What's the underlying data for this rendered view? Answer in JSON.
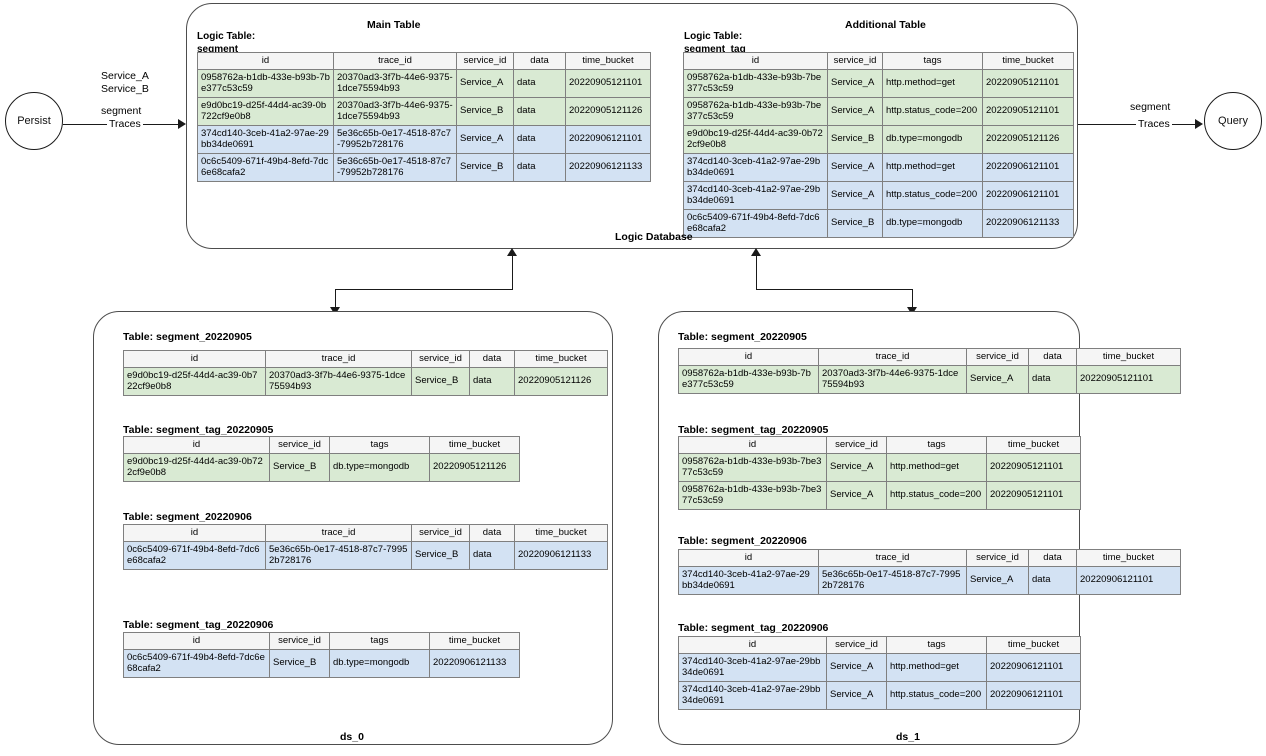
{
  "diagram": {
    "left_node": "Persist",
    "right_node": "Query",
    "left_edge_line1": "Service_A",
    "left_edge_line2": "Service_B",
    "left_edge_line3": "segment",
    "left_edge_line4": "Traces",
    "right_edge_line1": "segment",
    "right_edge_line2": "Traces",
    "logic_database_label": "Logic Database",
    "ds0_label": "ds_0",
    "ds1_label": "ds_1"
  },
  "main_table": {
    "title": "Main Table",
    "logic_label": "Logic Table:\nsegment",
    "columns": [
      "id",
      "trace_id",
      "service_id",
      "data",
      "time_bucket"
    ],
    "rows": [
      {
        "color": "green",
        "cells": [
          "0958762a-b1db-433e-b93b-7be377c53c59",
          "20370ad3-3f7b-44e6-9375-1dce75594b93",
          "Service_A",
          "data",
          "20220905121101"
        ]
      },
      {
        "color": "green",
        "cells": [
          "e9d0bc19-d25f-44d4-ac39-0b722cf9e0b8",
          "20370ad3-3f7b-44e6-9375-1dce75594b93",
          "Service_B",
          "data",
          "20220905121126"
        ]
      },
      {
        "color": "blue",
        "cells": [
          "374cd140-3ceb-41a2-97ae-29bb34de0691",
          "5e36c65b-0e17-4518-87c7-79952b728176",
          "Service_A",
          "data",
          "20220906121101"
        ]
      },
      {
        "color": "blue",
        "cells": [
          "0c6c5409-671f-49b4-8efd-7dc6e68cafa2",
          "5e36c65b-0e17-4518-87c7-79952b728176",
          "Service_B",
          "data",
          "20220906121133"
        ]
      }
    ]
  },
  "additional_table": {
    "title": "Additional  Table",
    "logic_label": "Logic Table:\nsegment_tag",
    "columns": [
      "id",
      "service_id",
      "tags",
      "time_bucket"
    ],
    "rows": [
      {
        "color": "green",
        "cells": [
          "0958762a-b1db-433e-b93b-7be377c53c59",
          "Service_A",
          "http.method=get",
          "20220905121101"
        ]
      },
      {
        "color": "green",
        "cells": [
          "0958762a-b1db-433e-b93b-7be377c53c59",
          "Service_A",
          "http.status_code=200",
          "20220905121101"
        ]
      },
      {
        "color": "green",
        "cells": [
          "e9d0bc19-d25f-44d4-ac39-0b722cf9e0b8",
          "Service_B",
          "db.type=mongodb",
          "20220905121126"
        ]
      },
      {
        "color": "blue",
        "cells": [
          "374cd140-3ceb-41a2-97ae-29bb34de0691",
          "Service_A",
          "http.method=get",
          "20220906121101"
        ]
      },
      {
        "color": "blue",
        "cells": [
          "374cd140-3ceb-41a2-97ae-29bb34de0691",
          "Service_A",
          "http.status_code=200",
          "20220906121101"
        ]
      },
      {
        "color": "blue",
        "cells": [
          "0c6c5409-671f-49b4-8efd-7dc6e68cafa2",
          "Service_B",
          "db.type=mongodb",
          "20220906121133"
        ]
      }
    ]
  },
  "ds0": {
    "tables": [
      {
        "caption": "Table: segment_20220905",
        "columns": [
          "id",
          "trace_id",
          "service_id",
          "data",
          "time_bucket"
        ],
        "rows": [
          {
            "color": "green",
            "cells": [
              "e9d0bc19-d25f-44d4-ac39-0b722cf9e0b8",
              "20370ad3-3f7b-44e6-9375-1dce75594b93",
              "Service_B",
              "data",
              "20220905121126"
            ]
          }
        ]
      },
      {
        "caption": "Table: segment_tag_20220905",
        "columns": [
          "id",
          "service_id",
          "tags",
          "time_bucket"
        ],
        "rows": [
          {
            "color": "green",
            "cells": [
              "e9d0bc19-d25f-44d4-ac39-0b722cf9e0b8",
              "Service_B",
              "db.type=mongodb",
              "20220905121126"
            ]
          }
        ]
      },
      {
        "caption": "Table: segment_20220906",
        "columns": [
          "id",
          "trace_id",
          "service_id",
          "data",
          "time_bucket"
        ],
        "rows": [
          {
            "color": "blue",
            "cells": [
              "0c6c5409-671f-49b4-8efd-7dc6e68cafa2",
              "5e36c65b-0e17-4518-87c7-79952b728176",
              "Service_B",
              "data",
              "20220906121133"
            ]
          }
        ]
      },
      {
        "caption": "Table: segment_tag_20220906",
        "columns": [
          "id",
          "service_id",
          "tags",
          "time_bucket"
        ],
        "rows": [
          {
            "color": "blue",
            "cells": [
              "0c6c5409-671f-49b4-8efd-7dc6e68cafa2",
              "Service_B",
              "db.type=mongodb",
              "20220906121133"
            ]
          }
        ]
      }
    ]
  },
  "ds1": {
    "tables": [
      {
        "caption": "Table: segment_20220905",
        "columns": [
          "id",
          "trace_id",
          "service_id",
          "data",
          "time_bucket"
        ],
        "rows": [
          {
            "color": "green",
            "cells": [
              "0958762a-b1db-433e-b93b-7be377c53c59",
              "20370ad3-3f7b-44e6-9375-1dce75594b93",
              "Service_A",
              "data",
              "20220905121101"
            ]
          }
        ]
      },
      {
        "caption": "Table: segment_tag_20220905",
        "columns": [
          "id",
          "service_id",
          "tags",
          "time_bucket"
        ],
        "rows": [
          {
            "color": "green",
            "cells": [
              "0958762a-b1db-433e-b93b-7be377c53c59",
              "Service_A",
              "http.method=get",
              "20220905121101"
            ]
          },
          {
            "color": "green",
            "cells": [
              "0958762a-b1db-433e-b93b-7be377c53c59",
              "Service_A",
              "http.status_code=200",
              "20220905121101"
            ]
          }
        ]
      },
      {
        "caption": "Table: segment_20220906",
        "columns": [
          "id",
          "trace_id",
          "service_id",
          "data",
          "time_bucket"
        ],
        "rows": [
          {
            "color": "blue",
            "cells": [
              "374cd140-3ceb-41a2-97ae-29bb34de0691",
              "5e36c65b-0e17-4518-87c7-79952b728176",
              "Service_A",
              "data",
              "20220906121101"
            ]
          }
        ]
      },
      {
        "caption": "Table: segment_tag_20220906",
        "columns": [
          "id",
          "service_id",
          "tags",
          "time_bucket"
        ],
        "rows": [
          {
            "color": "blue",
            "cells": [
              "374cd140-3ceb-41a2-97ae-29bb34de0691",
              "Service_A",
              "http.method=get",
              "20220906121101"
            ]
          },
          {
            "color": "blue",
            "cells": [
              "374cd140-3ceb-41a2-97ae-29bb34de0691",
              "Service_A",
              "http.status_code=200",
              "20220906121101"
            ]
          }
        ]
      }
    ]
  },
  "colors": {
    "green_row": "#d9ead3",
    "blue_row": "#d3e2f3",
    "header_row": "#f5f5f5",
    "box_border": "#4d4d4d",
    "line": "#1a1a1a"
  }
}
